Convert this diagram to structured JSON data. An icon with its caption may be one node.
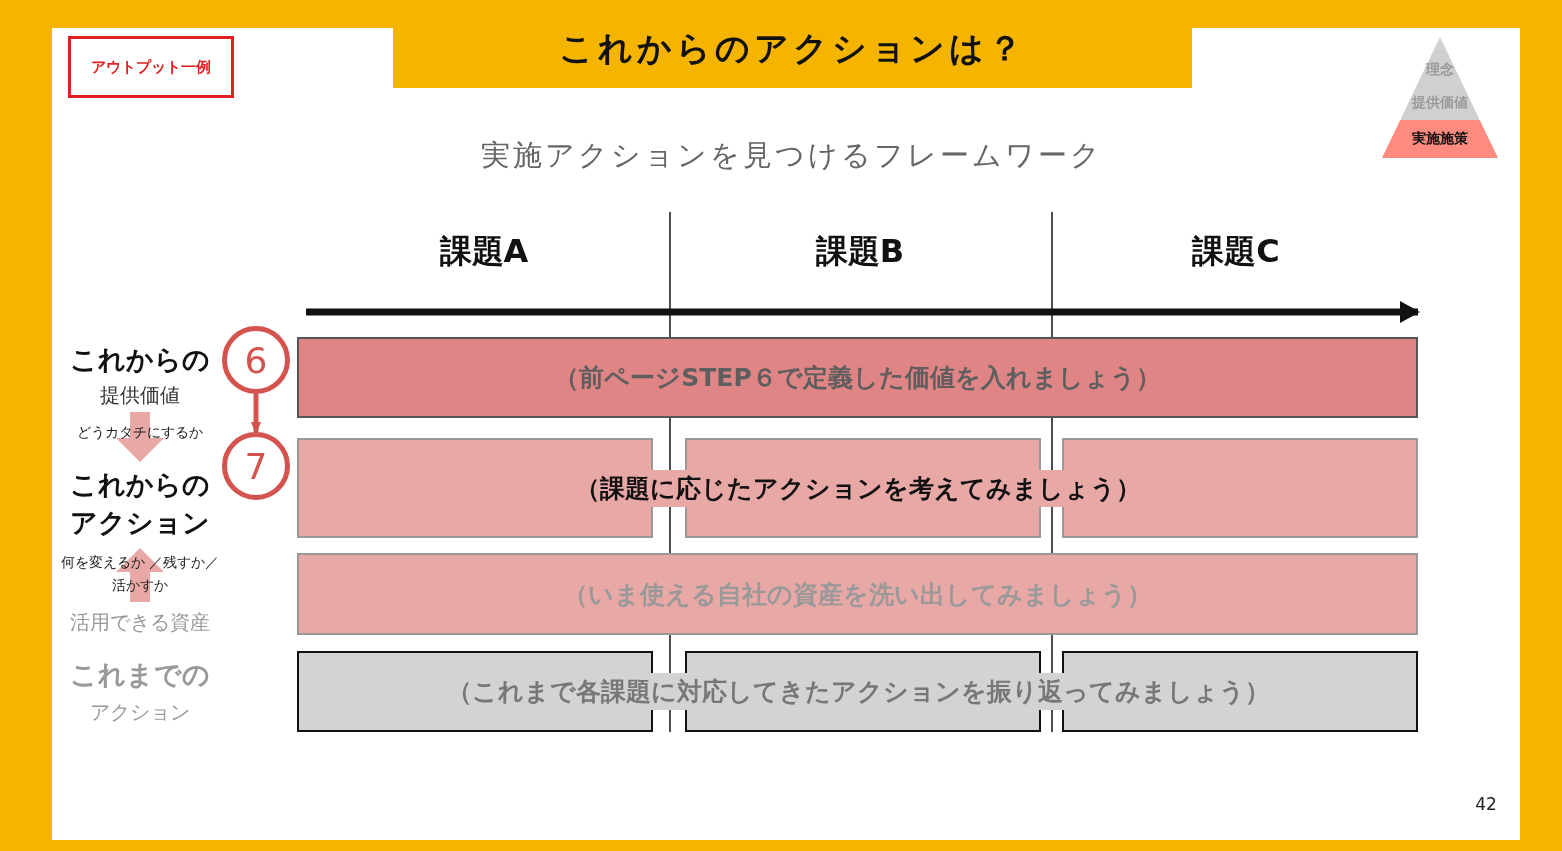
{
  "diagram": {
    "title": "これからのアクションは？",
    "nodes": [
      {
        "text": [
          "アウトプット一例"
        ]
      },
      {
        "text": [
          "理念"
        ]
      },
      {
        "text": [
          "提供価値"
        ]
      },
      {
        "text": [
          "実施施策"
        ]
      },
      {
        "text": [
          "これからの",
          "提供価値"
        ]
      },
      {
        "text": [
          "これからのアクション"
        ]
      },
      {
        "text": [
          "活用できる資産"
        ]
      },
      {
        "text": [
          "これまでの",
          "アクション"
        ]
      },
      {
        "text": [
          "6"
        ]
      },
      {
        "text": [
          "7"
        ]
      },
      {
        "text": [
          "（前ページSTEP６で定義した価値を入れましょう）"
        ]
      },
      {
        "text": [],
        "shape": "box"
      },
      {
        "text": [],
        "shape": "box"
      },
      {
        "text": [],
        "shape": "box"
      },
      {
        "text": [
          "（いま使える自社の資産を洗い出してみましょう）"
        ]
      },
      {
        "text": [],
        "shape": "box"
      },
      {
        "text": [],
        "shape": "box"
      },
      {
        "text": [],
        "shape": "box"
      }
    ],
    "edges": [
      {
        "from": 4,
        "to": 5,
        "arrow": "to",
        "label": "どうカタチにするか",
        "color": "#e8a8a6"
      },
      {
        "from": 6,
        "to": 5,
        "arrow": "to",
        "label": "何を変えるか ／残すか／活かすか",
        "color": "#e8a8a6"
      },
      {
        "from": 8,
        "to": 9,
        "arrow": "to"
      }
    ],
    "labels": [
      "実施アクションを見つけるフレームワーク",
      "課題A",
      "課題B",
      "課題C",
      "（課題に応じたアクションを考えてみましょう）",
      "（これまで各課題に対応してきたアクションを振り返ってみましょう）",
      "42"
    ]
  }
}
